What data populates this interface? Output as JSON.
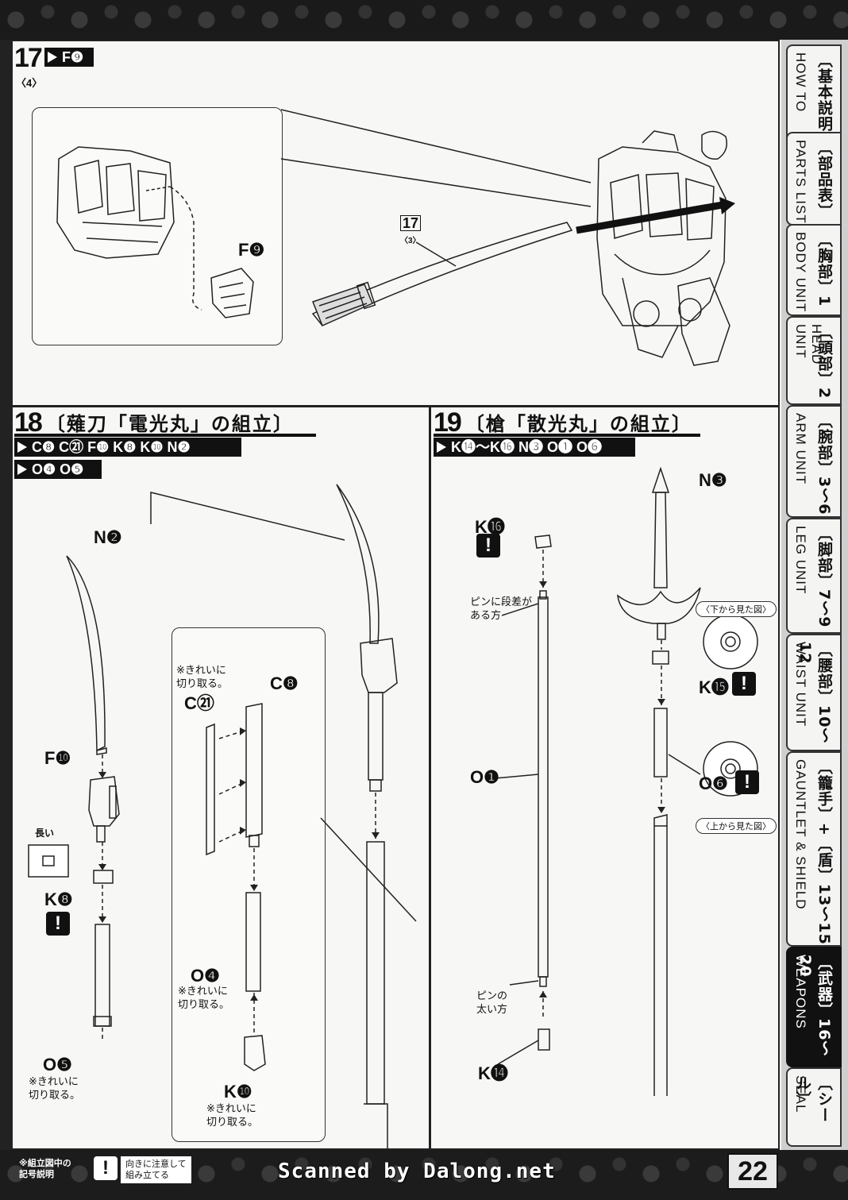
{
  "sidebar": {
    "tabs": [
      {
        "jp": "〔基本説明〕",
        "en": "HOW TO",
        "active": false
      },
      {
        "jp": "〔部品表〕",
        "en": "PARTS LIST",
        "active": false
      },
      {
        "jp": "〔胸部〕1",
        "en": "BODY UNIT",
        "active": false
      },
      {
        "jp": "〔頭部〕2",
        "en": "HEAD UNIT",
        "active": false
      },
      {
        "jp": "〔腕部〕3〜6",
        "en": "ARM UNIT",
        "active": false
      },
      {
        "jp": "〔脚部〕7〜9",
        "en": "LEG UNIT",
        "active": false
      },
      {
        "jp": "〔腰部〕10〜12",
        "en": "WAIST UNIT",
        "active": false
      },
      {
        "jp": "〔籠手〕+〔盾〕13〜15",
        "en": "GAUNTLET & SHIELD",
        "active": false
      },
      {
        "jp": "〔武器〕16〜20",
        "en": "WEAPONS",
        "active": true
      },
      {
        "jp": "〔シール〕",
        "en": "SEAL",
        "active": false
      }
    ]
  },
  "step17": {
    "number": "17",
    "sub": "〈4〉",
    "parts": "F❾",
    "label_f9": "F❾",
    "ref_number": "17",
    "ref_sub": "〈3〉"
  },
  "step18": {
    "number": "18",
    "title": "〔薙刀「電光丸」の組立〕",
    "parts_line1": "C❽ C㉑ F❿ K❽ K❿ N❷",
    "parts_line2": "O❹ O❺",
    "label_n2": "N❷",
    "label_f10": "F❿",
    "label_k8": "K❽",
    "label_o5": "O❺",
    "label_c21": "C㉑",
    "label_c8": "C❽",
    "label_o4": "O❹",
    "label_k10": "K❿",
    "long_label": "長い",
    "note_cut1": "※きれいに\n切り取る。",
    "note_cut2": "※きれいに\n切り取る。",
    "note_cut3": "※きれいに\n切り取る。",
    "note_cut4": "※きれいに\n切り取る。"
  },
  "step19": {
    "number": "19",
    "title": "〔槍「散光丸」の組立〕",
    "parts": "K⓮〜K⓰ N❸ O❶ O❻",
    "label_k16": "K⓰",
    "label_n3": "N❸",
    "label_k15": "K⓯",
    "label_o1": "O❶",
    "label_o6": "O❻",
    "label_k14": "K⓮",
    "note_pin_step": "ピンに段差が\nある方",
    "note_pin_thick": "ピンの\n太い方",
    "view_bottom": "〈下から見た図〉",
    "view_top": "〈上から見た図〉"
  },
  "warning_symbol": "!",
  "footer": {
    "legend_key": "※組立図中の\n記号説明",
    "legend_desc": "向きに注意して\n組み立てる",
    "credit": "Scanned by Dalong.net",
    "page": "22"
  }
}
